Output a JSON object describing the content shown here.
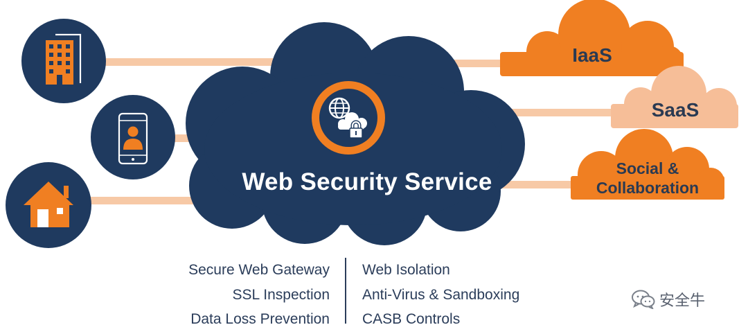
{
  "service": {
    "title": "Web Security Service",
    "icon": "globe-cloud-lock-icon"
  },
  "endpoints": [
    {
      "name": "office",
      "icon": "office-building-icon"
    },
    {
      "name": "mobile",
      "icon": "mobile-user-icon"
    },
    {
      "name": "home",
      "icon": "house-icon"
    }
  ],
  "destinations": [
    {
      "label": "IaaS",
      "color": "#f07f22"
    },
    {
      "label": "SaaS",
      "color": "#f6be98"
    },
    {
      "label_line1": "Social &",
      "label_line2": "Collaboration",
      "color": "#f07f22"
    }
  ],
  "features": {
    "left": [
      "Secure Web Gateway",
      "SSL Inspection",
      "Data Loss Prevention"
    ],
    "right": [
      "Web Isolation",
      "Anti-Virus & Sandboxing",
      "CASB Controls"
    ]
  },
  "watermark": {
    "text": "安全牛",
    "icon": "wechat-icon"
  },
  "colors": {
    "navy": "#1f3a5f",
    "orange": "#f07f22",
    "peach": "#f6be98",
    "connector": "#f7c9a6"
  }
}
